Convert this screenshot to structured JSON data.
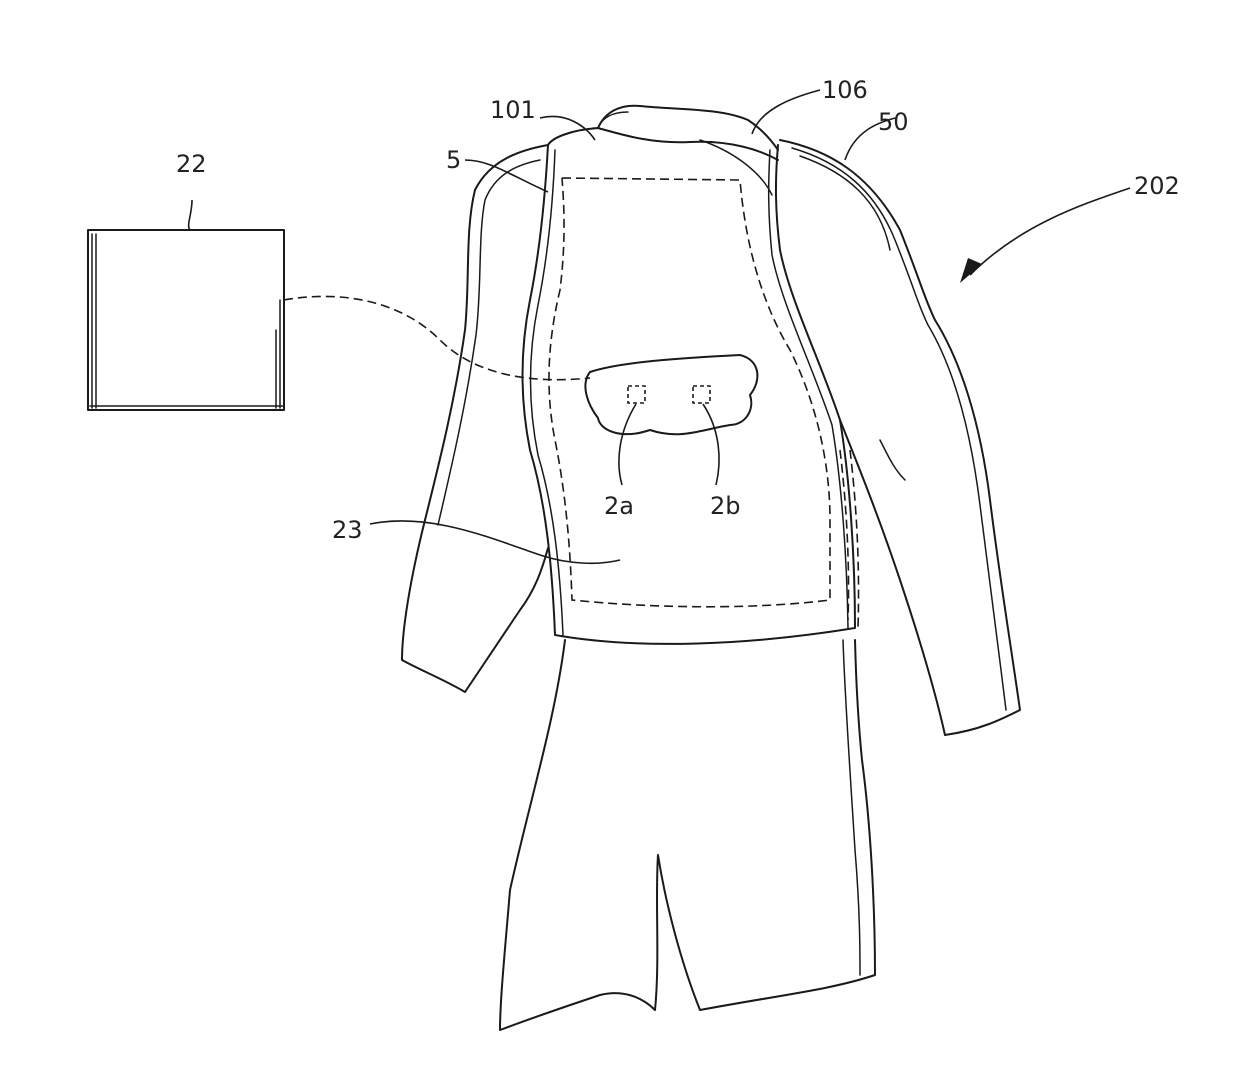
{
  "labels": {
    "device": "22",
    "shirt_panel": "23",
    "garment": "5",
    "collar_left": "101",
    "collar_right": "106",
    "sleeve": "50",
    "assembly": "202",
    "sensor_a": "2a",
    "sensor_b": "2b"
  }
}
